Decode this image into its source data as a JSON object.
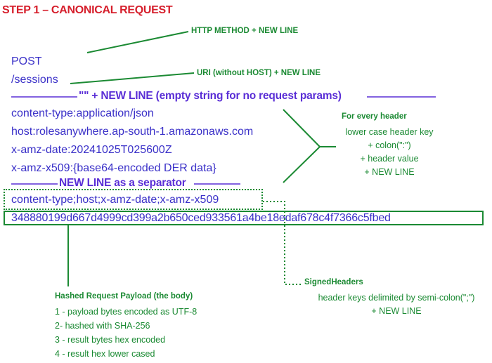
{
  "title": "STEP 1 – CANONICAL REQUEST",
  "request": {
    "method": "POST",
    "uri": "/sessions",
    "empty_query_note": "\"\" + NEW LINE (empty string for no request params)",
    "headers": [
      "content-type:application/json",
      "host:rolesanywhere.ap-south-1.amazonaws.com",
      "x-amz-date:20241025T025600Z",
      "x-amz-x509:{base64-encoded DER data}"
    ],
    "separator_note": "NEW LINE as a separator",
    "signed_headers": "content-type;host;x-amz-date;x-amz-x509",
    "payload_hash": "348880199d667d4999cd399a2b650ced933561a4be18edaf678c4f7366c5fbed"
  },
  "annotations": {
    "http_method": "HTTP METHOD + NEW LINE",
    "uri": "URI  (without HOST) + NEW LINE",
    "every_header": {
      "title": "For every header",
      "lines": [
        "lower case header key",
        "+ colon(\":\")",
        "+ header value",
        "+ NEW LINE"
      ]
    },
    "signed_headers": {
      "title": "SignedHeaders",
      "lines": [
        "header keys delimited by semi-colon(\";\")",
        "+ NEW LINE"
      ]
    },
    "payload": {
      "title": "Hashed Request Payload (the body)",
      "steps": [
        "1 - payload bytes encoded as UTF-8",
        "2- hashed with SHA-256",
        "3 - result bytes hex encoded",
        "4 - result hex lower cased"
      ]
    }
  },
  "colors": {
    "title": "#d61f2c",
    "request_text": "#3a30c8",
    "separator": "#5a2ed6",
    "annotation": "#1b8a33"
  }
}
